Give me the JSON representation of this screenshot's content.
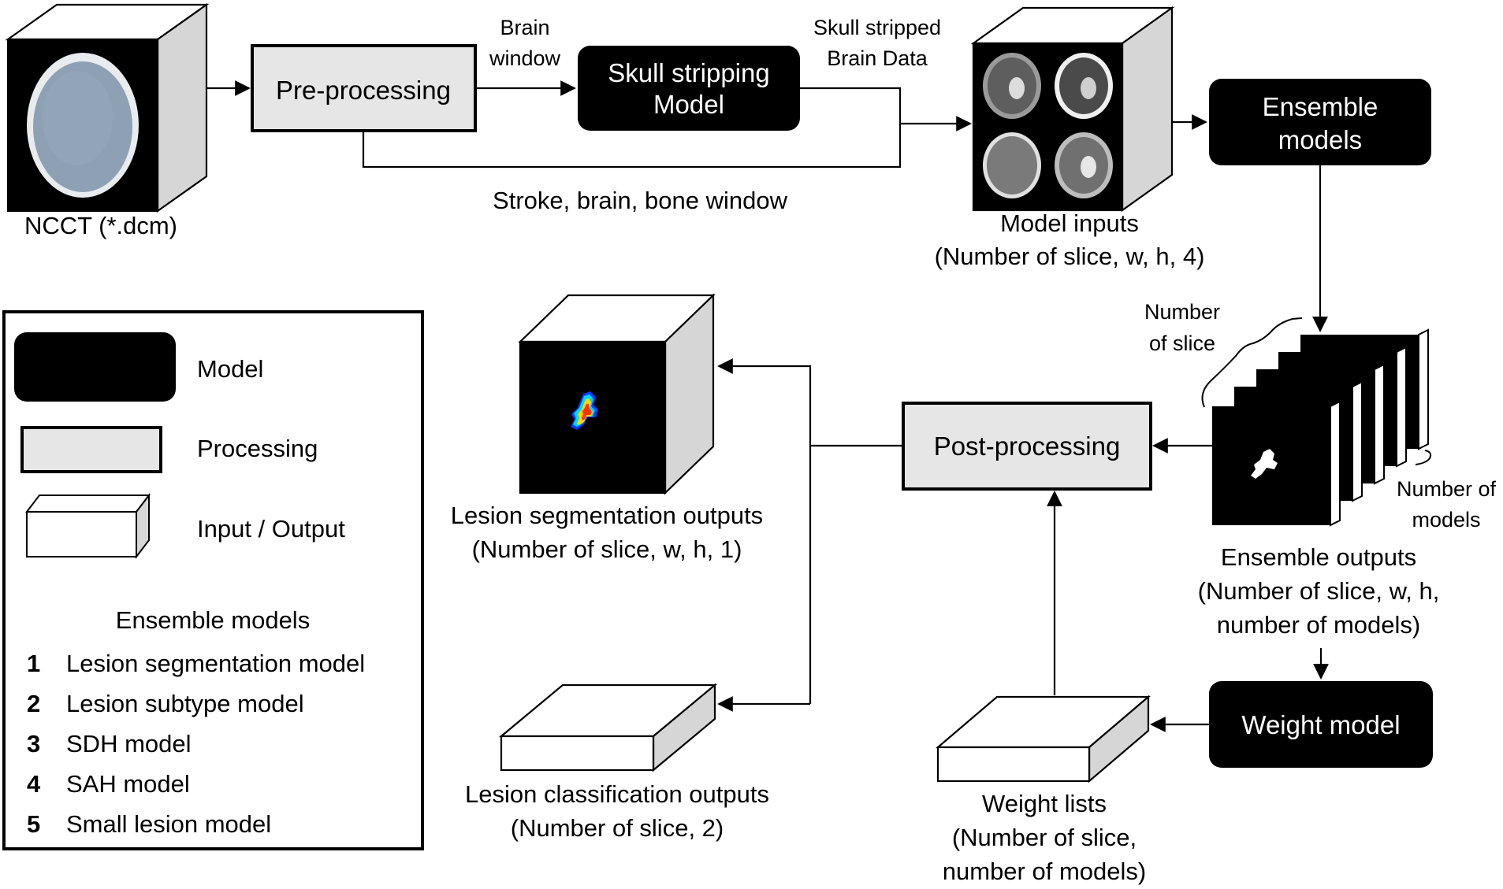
{
  "nodes": {
    "ncct": {
      "label": "NCCT (*.dcm)"
    },
    "preprocessing": {
      "label": "Pre-processing"
    },
    "skull_stripping": {
      "line1": "Skull stripping",
      "line2": "Model"
    },
    "model_inputs": {
      "line1": "Model inputs",
      "line2": "(Number of slice, w, h, 4)"
    },
    "ensemble_models": {
      "line1": "Ensemble",
      "line2": "models"
    },
    "ensemble_outputs": {
      "line1": "Ensemble outputs",
      "line2": "(Number of slice, w, h,",
      "line3": "number of models)"
    },
    "postprocessing": {
      "label": "Post-processing"
    },
    "weight_model": {
      "label": "Weight  model"
    },
    "weight_lists": {
      "line1": "Weight lists",
      "line2": "(Number of slice,",
      "line3": "number of models)"
    },
    "lesion_seg_outputs": {
      "line1": "Lesion segmentation outputs",
      "line2": "(Number of slice, w, h, 1)"
    },
    "lesion_cls_outputs": {
      "line1": "Lesion classification outputs",
      "line2": "(Number of slice, 2)"
    }
  },
  "edge_labels": {
    "brain_window": {
      "line1": "Brain",
      "line2": "window"
    },
    "skull_stripped": {
      "line1": "Skull stripped",
      "line2": "Brain Data"
    },
    "stroke_window": "Stroke, brain, bone window",
    "number_of_slice": {
      "line1": "Number",
      "line2": "of slice"
    },
    "number_of_models": {
      "line1": "Number of",
      "line2": "models"
    }
  },
  "legend": {
    "model": "Model",
    "processing": "Processing",
    "io": "Input / Output",
    "ensemble_title": "Ensemble models",
    "items": [
      {
        "num": "1",
        "label": "Lesion segmentation model"
      },
      {
        "num": "2",
        "label": "Lesion subtype model"
      },
      {
        "num": "3",
        "label": "SDH model"
      },
      {
        "num": "4",
        "label": "SAH model"
      },
      {
        "num": "5",
        "label": "Small lesion model"
      }
    ]
  },
  "colors": {
    "model_fill": "#000000",
    "processing_fill": "#e6e6e6",
    "io_side": "#d6d6d6",
    "ct_background": "#000000",
    "ct_brain": "#8ea0b3",
    "ct_skull": "#e8ecee"
  }
}
